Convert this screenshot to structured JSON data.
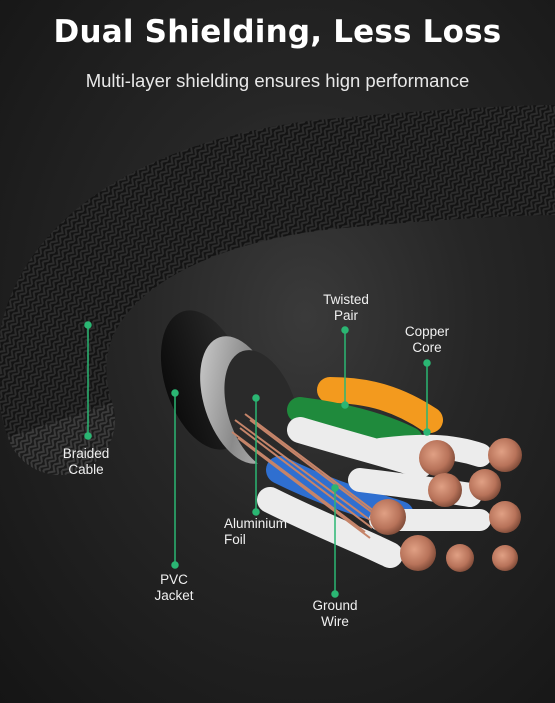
{
  "title": "Dual Shielding, Less Loss",
  "subtitle": "Multi-layer shielding ensures hign performance",
  "labels": {
    "twisted_pair": [
      "Twisted",
      "Pair"
    ],
    "copper_core": [
      "Copper",
      "Core"
    ],
    "braided_cable": [
      "Braided",
      "Cable"
    ],
    "aluminium_foil": [
      "Aluminium",
      "Foil"
    ],
    "pvc_jacket": [
      "PVC",
      "Jacket"
    ],
    "ground_wire": [
      "Ground",
      "Wire"
    ]
  },
  "colors": {
    "accent_marker": "#2bb673",
    "label_text": "#f0f0f0",
    "background": "#222222",
    "copper": "#b8735a",
    "wire_orange": "#f39a1e",
    "wire_green": "#1f8a3c",
    "wire_blue": "#2f6fd0",
    "insulation_white": "#ececec"
  }
}
